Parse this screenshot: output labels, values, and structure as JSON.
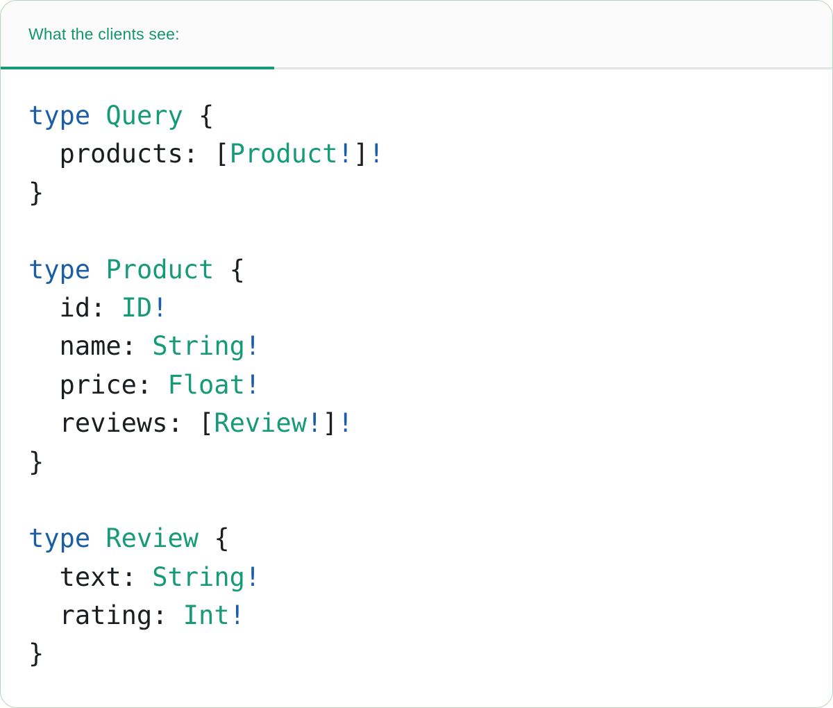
{
  "colors": {
    "accent_green": "#169a78",
    "keyword_blue": "#1b5ea6",
    "type_green": "#169a78",
    "code_text": "#1b1e21",
    "header_title": "#14956f",
    "header_bg": "#fbfbfb",
    "divider_gray": "#e4e4e4",
    "card_border": "#b2d6bd",
    "card_bg": "#ffffff"
  },
  "header": {
    "title": "What the clients see:"
  },
  "code": {
    "language": "graphql-schema",
    "lines": [
      [
        [
          "type",
          "keyword"
        ],
        [
          " ",
          "plain"
        ],
        [
          "Query",
          "type"
        ],
        [
          " {",
          "plain"
        ]
      ],
      [
        [
          "  products: [",
          "plain"
        ],
        [
          "Product",
          "type"
        ],
        [
          "!",
          "keyword"
        ],
        [
          "]",
          "plain"
        ],
        [
          "!",
          "keyword"
        ]
      ],
      [
        [
          "}",
          "plain"
        ]
      ],
      [],
      [
        [
          "type",
          "keyword"
        ],
        [
          " ",
          "plain"
        ],
        [
          "Product",
          "type"
        ],
        [
          " {",
          "plain"
        ]
      ],
      [
        [
          "  id: ",
          "plain"
        ],
        [
          "ID",
          "type"
        ],
        [
          "!",
          "keyword"
        ]
      ],
      [
        [
          "  name: ",
          "plain"
        ],
        [
          "String",
          "type"
        ],
        [
          "!",
          "keyword"
        ]
      ],
      [
        [
          "  price: ",
          "plain"
        ],
        [
          "Float",
          "type"
        ],
        [
          "!",
          "keyword"
        ]
      ],
      [
        [
          "  reviews: [",
          "plain"
        ],
        [
          "Review",
          "type"
        ],
        [
          "!",
          "keyword"
        ],
        [
          "]",
          "plain"
        ],
        [
          "!",
          "keyword"
        ]
      ],
      [
        [
          "}",
          "plain"
        ]
      ],
      [],
      [
        [
          "type",
          "keyword"
        ],
        [
          " ",
          "plain"
        ],
        [
          "Review",
          "type"
        ],
        [
          " {",
          "plain"
        ]
      ],
      [
        [
          "  text: ",
          "plain"
        ],
        [
          "String",
          "type"
        ],
        [
          "!",
          "keyword"
        ]
      ],
      [
        [
          "  rating: ",
          "plain"
        ],
        [
          "Int",
          "type"
        ],
        [
          "!",
          "keyword"
        ]
      ],
      [
        [
          "}",
          "plain"
        ]
      ]
    ]
  }
}
